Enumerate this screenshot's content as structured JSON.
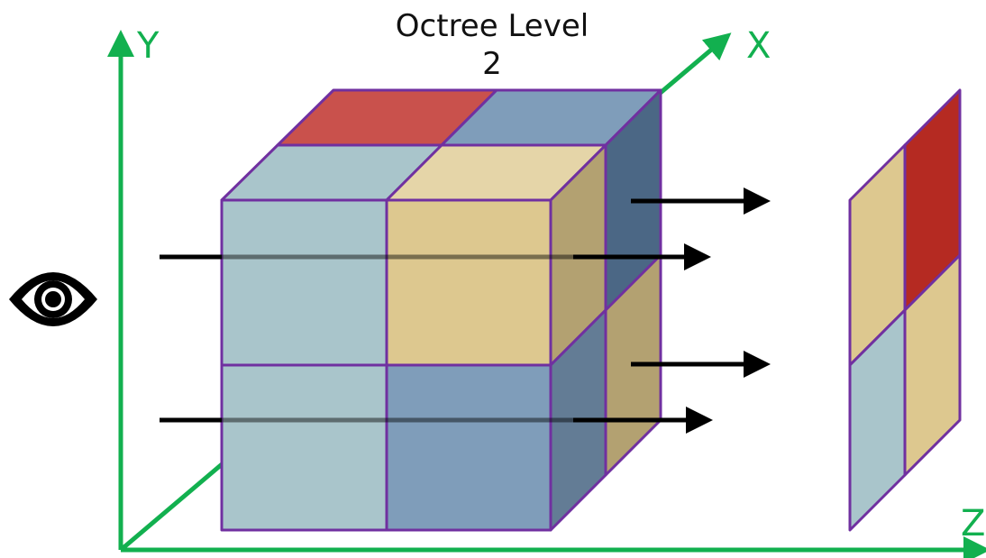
{
  "title": {
    "line1": "Octree Level",
    "line2": "2"
  },
  "axes": {
    "y_label": "Y",
    "x_label": "X",
    "z_label": "Z",
    "color": "#12b04f"
  },
  "colors": {
    "outline": "#7030a0",
    "light_blue": "#a9c5cb",
    "steel_blue": "#7f9dba",
    "dark_blue": "#4b6785",
    "side_blue": "#637c95",
    "tan": "#ddc88f",
    "tan_side": "#b3a171",
    "red": "#c9514c",
    "dark_red": "#b52a22",
    "ray": "#000000"
  },
  "icons": {
    "viewer": "eye-icon"
  }
}
